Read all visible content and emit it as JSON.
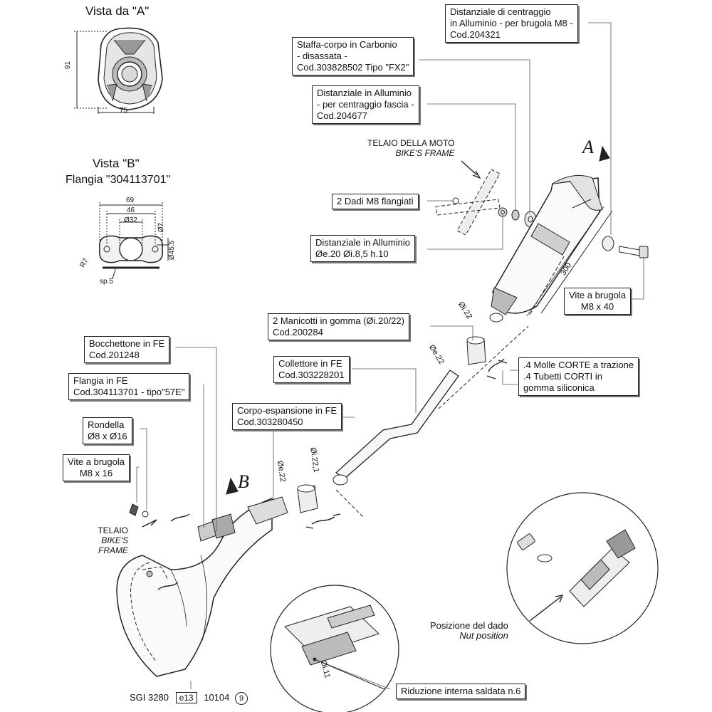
{
  "views": {
    "view_a": {
      "title": "Vista da \"A\"",
      "height_dim": "91",
      "width_dim": "75"
    },
    "view_b": {
      "title": "Vista \"B\"",
      "subtitle": "Flangia \"304113701\"",
      "dims": {
        "d69": "69",
        "d46": "46",
        "d32": "Ø32",
        "d7": "Ø7",
        "d45": "Ø45,5",
        "r7": "R7",
        "sp": "sp.5"
      }
    }
  },
  "labels": {
    "frame_top_it": "TELAIO DELLA MOTO",
    "frame_top_en": "BIKE'S FRAME",
    "frame_bottom_it": "TELAIO",
    "frame_bottom_en": "BIKE'S FRAME",
    "marker_a": "A",
    "marker_b": "B",
    "nut_pos_it": "Posizione del dado",
    "nut_pos_en": "Nut position"
  },
  "dims_main": {
    "length": "300",
    "oi22_top": "Øi.22",
    "oe22_mid": "Øe.22",
    "oe22_low": "Øe.22",
    "oi221": "Øi.22,1",
    "oi11": "Øi.11"
  },
  "callouts": {
    "distanziale_centraggio": [
      "Distanziale di centraggio",
      "in Alluminio - per brugola M8 -",
      "Cod.204321"
    ],
    "staffa_corpo": [
      "Staffa-corpo in Carbonio",
      " - disassata -",
      "Cod.303828502  Tipo \"FX2\""
    ],
    "distanziale_fascia": [
      "Distanziale in Alluminio",
      "- per centraggio fascia -",
      "Cod.204677"
    ],
    "dadi": [
      "2 Dadi M8 flangiati"
    ],
    "distanziale_dim": [
      "Distanziale in Alluminio",
      "Øe.20  Øi.8,5  h.10"
    ],
    "vite_m8x40": [
      "Vite a brugola",
      "M8 x 40"
    ],
    "manicotti": [
      "2 Manicotti in gomma (Øi.20/22)",
      "Cod.200284"
    ],
    "molle": [
      ".4 Molle CORTE a trazione",
      ".4 Tubetti CORTI in",
      "gomma siliconica"
    ],
    "collettore": [
      "Collettore in FE",
      "Cod.303228201"
    ],
    "bocchettone": [
      "Bocchettone in FE",
      "Cod.201248"
    ],
    "flangia": [
      "Flangia in FE",
      "Cod.304113701 - tipo\"57E\""
    ],
    "corpo_espansione": [
      "Corpo-espansione in FE",
      "Cod.303280450"
    ],
    "rondella": [
      "Rondella",
      "Ø8 x Ø16"
    ],
    "vite_m8x16": [
      "Vite a brugola",
      "M8 x 16"
    ],
    "riduzione": [
      "Riduzione interna saldata n.6"
    ]
  },
  "cert": {
    "code": "SGI 3280",
    "mark": "e13",
    "number": "10104",
    "circled": "9"
  }
}
